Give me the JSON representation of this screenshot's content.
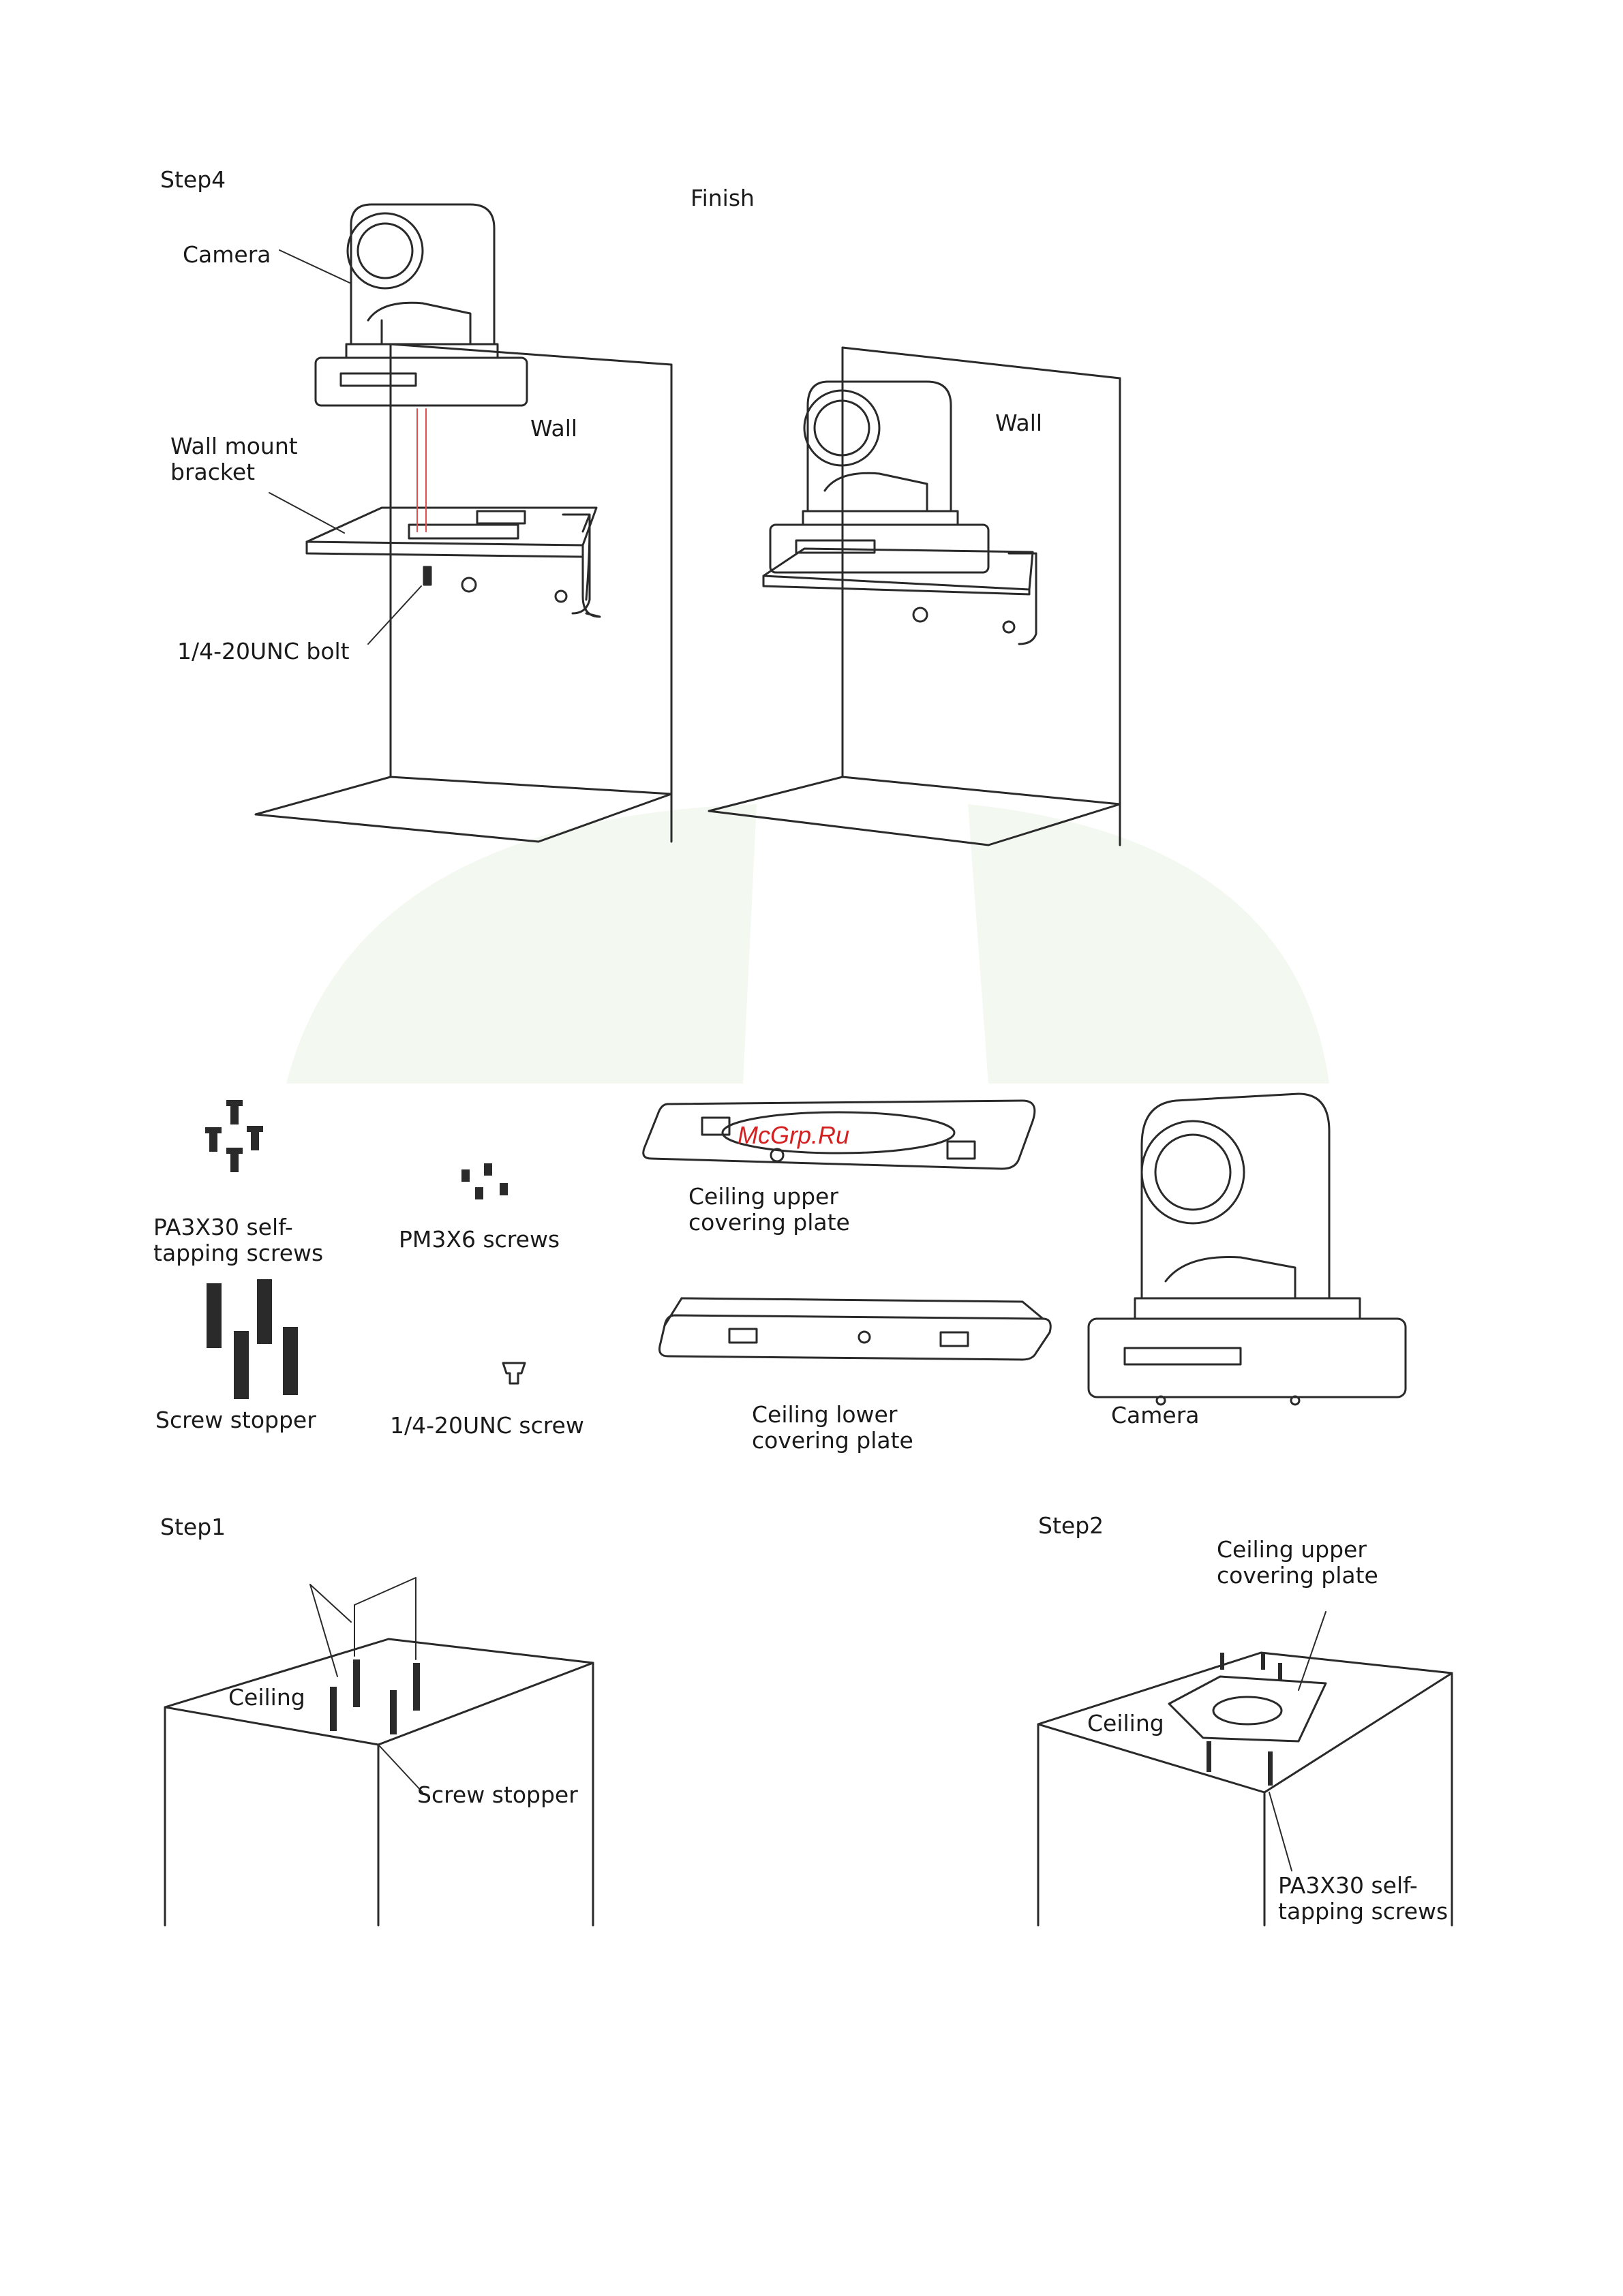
{
  "top": {
    "step4": "Step4",
    "finish": "Finish",
    "camera": "Camera",
    "wall_left": "Wall",
    "wall_right": "Wall",
    "bracket": "Wall mount\nbracket",
    "bolt": "1/4-20UNC bolt"
  },
  "parts": {
    "pa3x30": "PA3X30 self-\ntapping screws",
    "pm3x6": "PM3X6 screws",
    "stopper": "Screw stopper",
    "unc_screw": "1/4-20UNC screw",
    "upper_plate": "Ceiling upper\ncovering plate",
    "lower_plate": "Ceiling lower\ncovering plate",
    "camera": "Camera",
    "watermark": "McGrp.Ru"
  },
  "bottom": {
    "step1": "Step1",
    "ceiling1": "Ceiling",
    "stopper": "Screw stopper",
    "step2": "Step2",
    "upper_plate": "Ceiling upper\ncovering plate",
    "ceiling2": "Ceiling",
    "pa3x30": "PA3X30 self-\ntapping screws"
  },
  "colors": {
    "line": "#2a2a2a",
    "watermark": "#d42020",
    "guide": "#e05050"
  }
}
